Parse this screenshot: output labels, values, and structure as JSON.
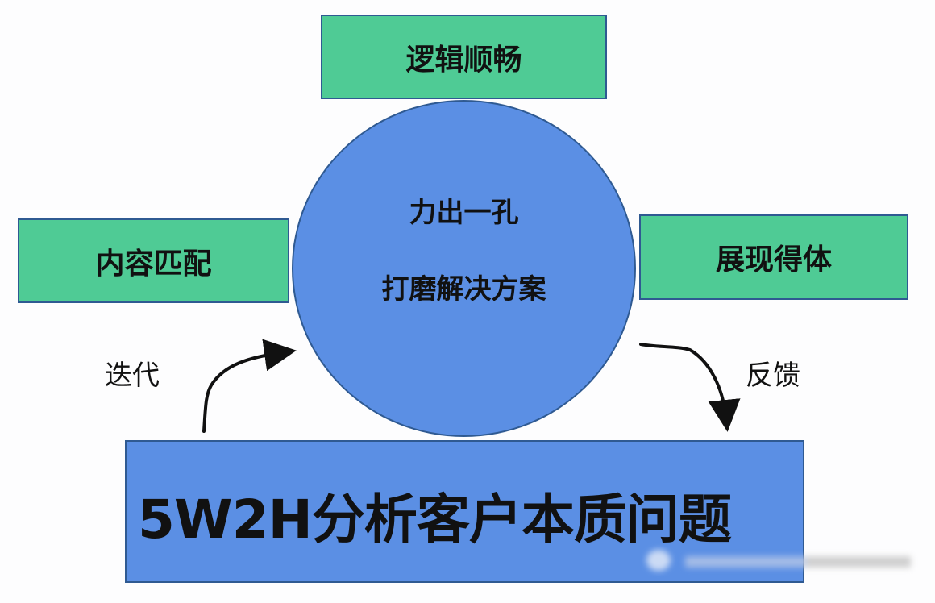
{
  "diagram": {
    "top_box": {
      "label": "逻辑顺畅",
      "color": "#4fcb95"
    },
    "left_box": {
      "label": "内容匹配",
      "color": "#4fcb95"
    },
    "right_box": {
      "label": "展现得体",
      "color": "#4fcb95"
    },
    "center_circle": {
      "line1": "力出一孔",
      "line2": "打磨解决方案",
      "color": "#5b8fe4"
    },
    "bottom_box": {
      "label": "5W2H分析客户本质问题",
      "color": "#5b8fe4"
    },
    "arrows": {
      "left": {
        "label": "迭代",
        "direction": "from-bottom-box-to-circle"
      },
      "right": {
        "label": "反馈",
        "direction": "from-circle-to-bottom-box"
      }
    },
    "border_color": "#2f5a92"
  }
}
